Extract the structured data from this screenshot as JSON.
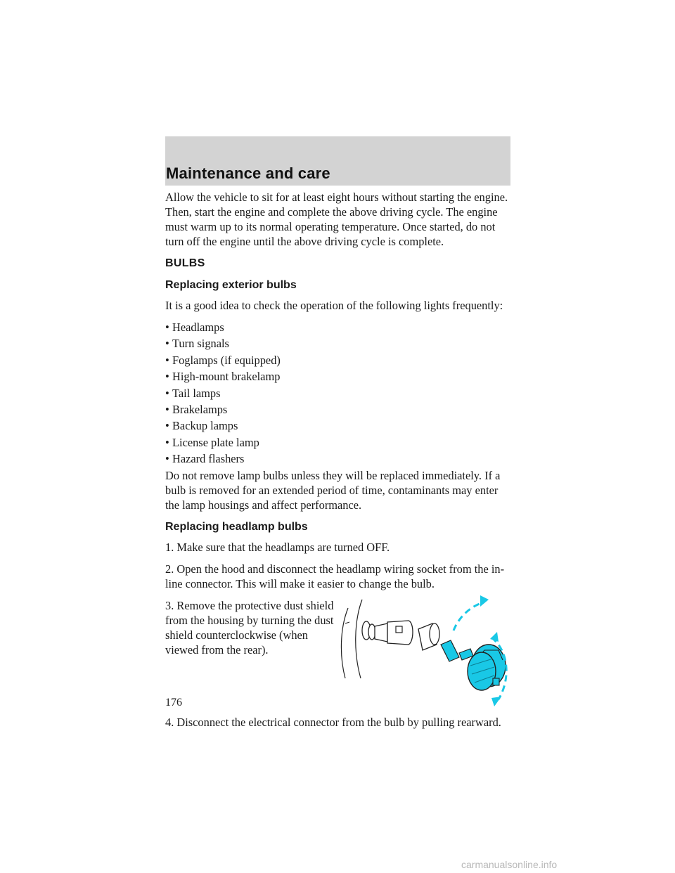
{
  "header": {
    "title": "Maintenance and care"
  },
  "intro": "Allow the vehicle to sit for at least eight hours without starting the engine. Then, start the engine and complete the above driving cycle. The engine must warm up to its normal operating temperature. Once started, do not turn off the engine until the above driving cycle is complete.",
  "section_title": "BULBS",
  "exterior": {
    "title": "Replacing exterior bulbs",
    "lead": "It is a good idea to check the operation of the following lights frequently:",
    "bullet_char": "•",
    "items": [
      "Headlamps",
      "Turn signals",
      "Foglamps (if equipped)",
      "High-mount brakelamp",
      "Tail lamps",
      "Brakelamps",
      "Backup lamps",
      "License plate lamp",
      "Hazard flashers"
    ],
    "warning": "Do not remove lamp bulbs unless they will be replaced immediately. If a bulb is removed for an extended period of time, contaminants may enter the lamp housings and affect performance."
  },
  "headlamp": {
    "title": "Replacing headlamp bulbs",
    "steps": [
      "1. Make sure that the headlamps are turned OFF.",
      "2. Open the hood and disconnect the headlamp wiring socket from the in-line connector. This will make it easier to change the bulb.",
      "3. Remove the protective dust shield from the housing by turning the dust shield counterclockwise (when viewed from the rear).",
      "4. Disconnect the electrical connector from the bulb by pulling rearward."
    ]
  },
  "figure": {
    "accent_color": "#19c8e6",
    "description_icon": "headlamp-bulb-diagram"
  },
  "page_number": "176",
  "watermark": "carmanualsonline.info"
}
